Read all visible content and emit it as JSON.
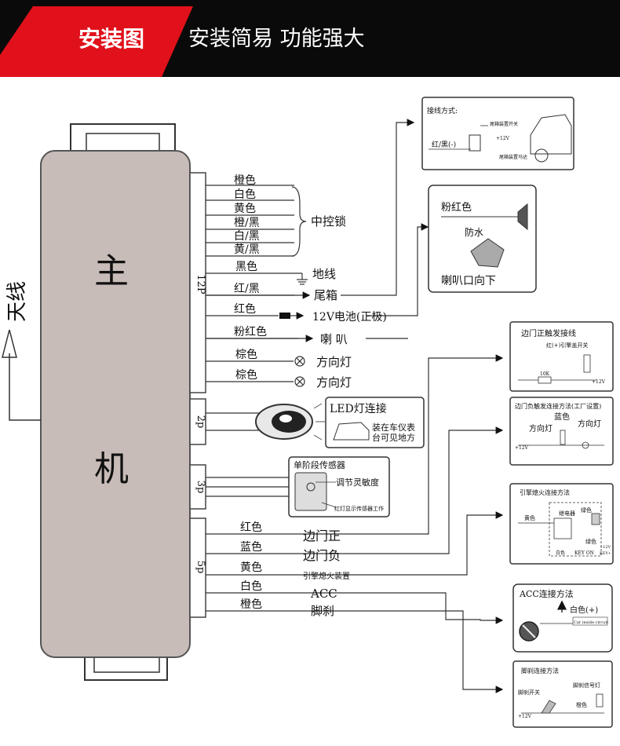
{
  "banner": {
    "title": "安装图",
    "subtitle": "安装简易 功能强大"
  },
  "main_unit": {
    "label_top": "主",
    "label_bottom": "机"
  },
  "antenna": {
    "label": "天线"
  },
  "connectors": {
    "p12": "12P",
    "p2": "2p",
    "p3": "3p",
    "p5": "5p"
  },
  "wires_12p": {
    "orange": "橙色",
    "white": "白色",
    "yellow": "黄色",
    "orange_black": "橙/黑",
    "white_black": "白/黑",
    "yellow_black": "黄/黑",
    "black": "黑色",
    "red_black": "红/黑",
    "red": "红色",
    "pink_red": "粉红色",
    "brown1": "棕色",
    "brown2": "棕色"
  },
  "functions_12p": {
    "central_lock": "中控锁",
    "ground": "地线",
    "trunk": "尾箱",
    "battery": "12V电池(正极)",
    "horn": "喇 叭",
    "turn_light1": "方向灯",
    "turn_light2": "方向灯"
  },
  "wires_5p": {
    "red": "红色",
    "blue": "蓝色",
    "yellow": "黄色",
    "white": "白色",
    "orange": "橙色"
  },
  "functions_5p": {
    "door_pos": "边门正",
    "door_neg": "边门负",
    "engine_kill": "引擎熄火装置",
    "acc": "ACC",
    "brake": "脚刹"
  },
  "led_panel": {
    "title": "LED灯连接",
    "note_line1": "装在车仪表",
    "note_line2": "台可见地方"
  },
  "sensor_panel": {
    "title": "单阶段传感器",
    "adjust": "调节灵敏度",
    "note": "红灯显示传感器工作"
  },
  "trunk_panel": {
    "title": "接线方式:",
    "wire": "红/黑(-)",
    "note1": "尾箱装置开关",
    "note2": "+12V",
    "note3": "尾箱装置马达"
  },
  "horn_panel": {
    "wire": "粉红色",
    "waterproof": "防水",
    "caption": "喇叭口向下"
  },
  "door_pos_panel": {
    "title": "边门正触发接线",
    "subtitle": "红(+)引擎盖开关",
    "resistor": "10K",
    "voltage": "+12V"
  },
  "door_neg_panel": {
    "title": "边门负触发连接方法(工厂设置)",
    "blue": "蓝色",
    "light_left": "方向灯",
    "light_right": "方向灯",
    "voltage": "+12V"
  },
  "engine_panel": {
    "title": "引擎熄火连接方法",
    "yellow": "黄色",
    "relay": "继电器",
    "green1": "绿色",
    "green2": "绿色",
    "white": "白色",
    "key_on": "KEY ON",
    "plus12": "+12V",
    "key": "KEY+"
  },
  "acc_panel": {
    "title": "ACC连接方法",
    "white": "白色(+)",
    "circuit": "Car inside circuit"
  },
  "brake_panel": {
    "title": "脚刹连接方法",
    "switch": "脚刹开关",
    "signal": "脚刹信号灯",
    "orange": "橙色",
    "voltage": "+12V"
  }
}
